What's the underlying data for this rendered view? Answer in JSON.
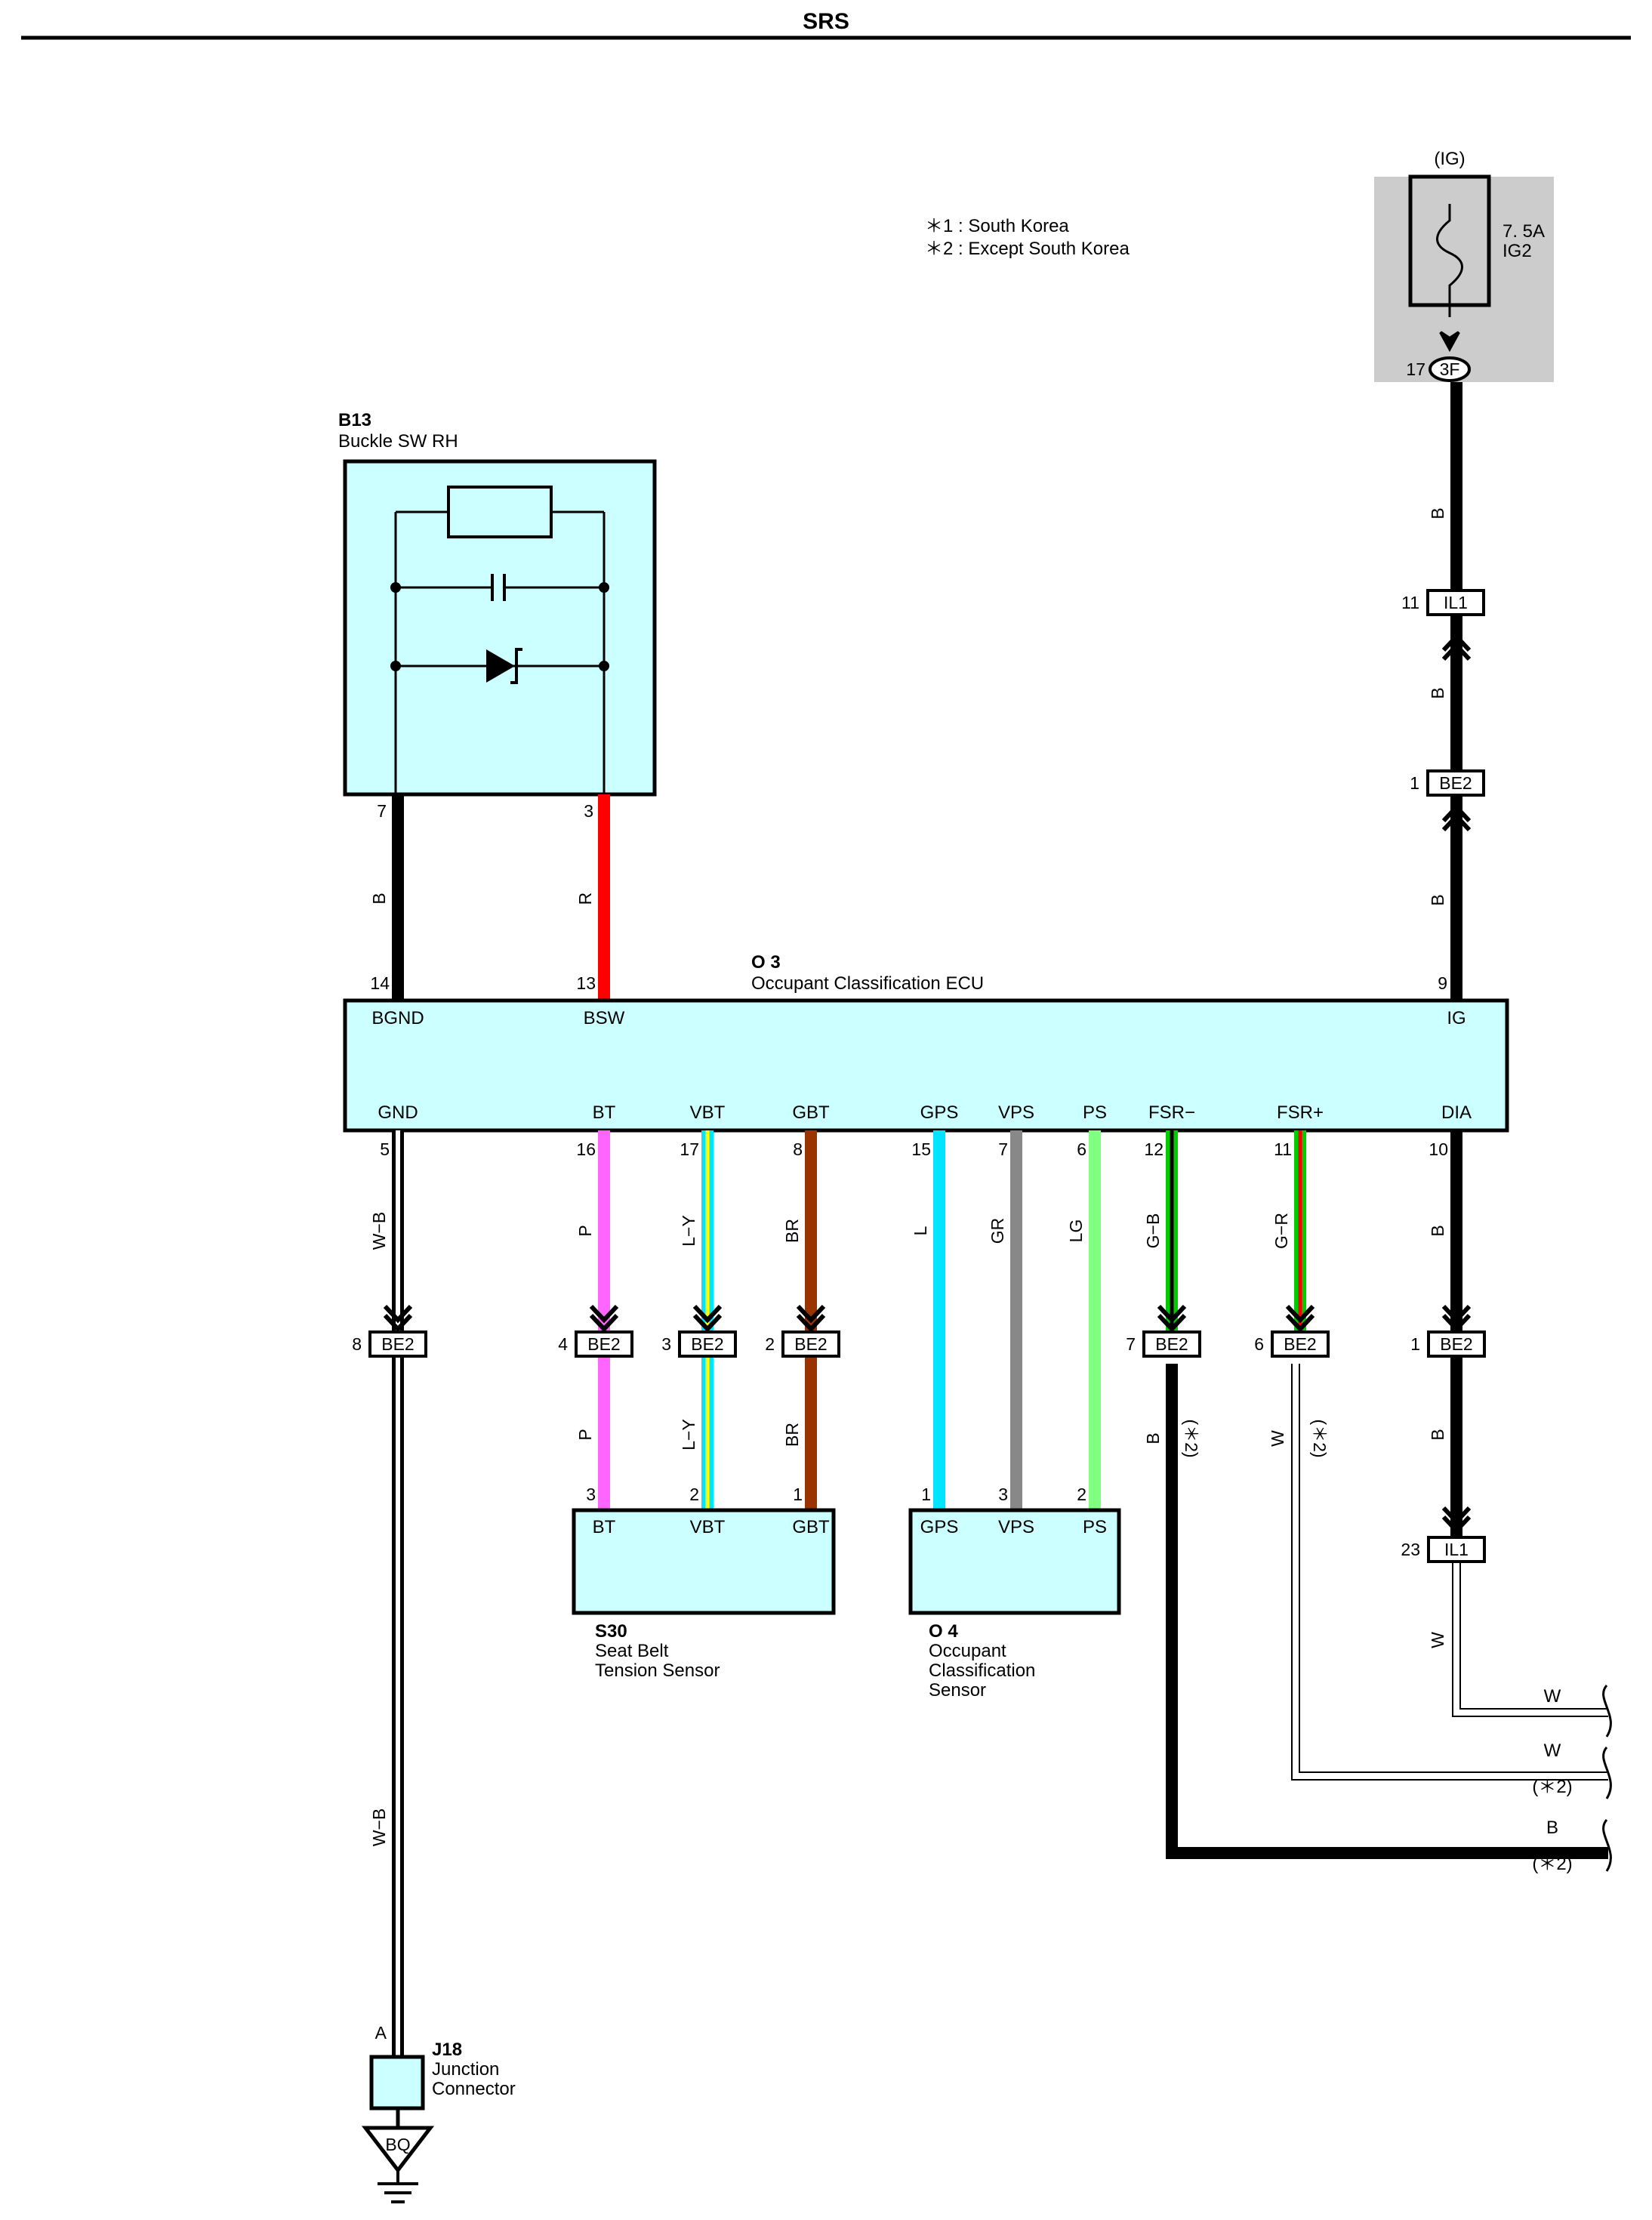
{
  "title": "SRS",
  "notes": [
    "＊1 : South Korea",
    "＊2 : Except South Korea"
  ],
  "fuse": {
    "supply": "(IG)",
    "rating": "7. 5A",
    "name": "IG2",
    "pin": "17",
    "connector": "3F"
  },
  "components": {
    "b13": {
      "code": "B13",
      "name": "Buckle SW RH"
    },
    "o3": {
      "code": "O 3",
      "name": "Occupant Classification ECU"
    },
    "s30": {
      "code": "S30",
      "line1": "Seat Belt",
      "line2": "Tension Sensor"
    },
    "o4": {
      "code": "O 4",
      "line1": "Occupant",
      "line2": "Classification",
      "line3": "Sensor"
    },
    "j18": {
      "code": "J18",
      "line1": "Junction",
      "line2": "Connector",
      "pin": "A"
    },
    "ground": "BQ"
  },
  "ecu_top_terminals": {
    "bgnd": "BGND",
    "bsw": "BSW",
    "ig": "IG",
    "bgnd_pin": "14",
    "bsw_pin": "13",
    "ig_pin": "9"
  },
  "b13_pins": {
    "b": "7",
    "r": "3"
  },
  "ecu_bottom_terminals": [
    {
      "name": "GND",
      "pin": "5"
    },
    {
      "name": "BT",
      "pin": "16"
    },
    {
      "name": "VBT",
      "pin": "17"
    },
    {
      "name": "GBT",
      "pin": "8"
    },
    {
      "name": "GPS",
      "pin": "15"
    },
    {
      "name": "VPS",
      "pin": "7"
    },
    {
      "name": "PS",
      "pin": "6"
    },
    {
      "name": "FSR−",
      "pin": "12"
    },
    {
      "name": "FSR+",
      "pin": "11"
    },
    {
      "name": "DIA",
      "pin": "10"
    }
  ],
  "wire_colors": {
    "b": "B",
    "r": "R",
    "wb": "W−B",
    "p": "P",
    "ly": "L−Y",
    "br": "BR",
    "l": "L",
    "gr": "GR",
    "lg": "LG",
    "gb": "G−B",
    "gr2": "G−R",
    "w": "W",
    "star2": "(＊2)"
  },
  "connectors": {
    "il1": "IL1",
    "be2": "BE2",
    "il1_top_pin": "11",
    "be2_top_pin": "1",
    "be2_gnd_pin": "8",
    "be2_bt_pin": "4",
    "be2_vbt_pin": "3",
    "be2_gbt_pin": "2",
    "be2_fsrm_pin": "7",
    "be2_fsrp_pin": "6",
    "be2_dia_pin": "1",
    "il1_dia_pin": "23"
  },
  "s30_terminals": [
    {
      "name": "BT",
      "pin": "3"
    },
    {
      "name": "VBT",
      "pin": "2"
    },
    {
      "name": "GBT",
      "pin": "1"
    }
  ],
  "o4_terminals": [
    {
      "name": "GPS",
      "pin": "1"
    },
    {
      "name": "VPS",
      "pin": "3"
    },
    {
      "name": "PS",
      "pin": "2"
    }
  ],
  "colors": {
    "component_fill": "#ccffff",
    "fuse_bg": "#cccccc",
    "black": "#000000",
    "red": "#ff0000",
    "pink": "#ff66ff",
    "blue": "#00e5ff",
    "yellow": "#ffff00",
    "brown": "#993300",
    "gray": "#888888",
    "light_green": "#80ff80",
    "green": "#00cc00"
  }
}
